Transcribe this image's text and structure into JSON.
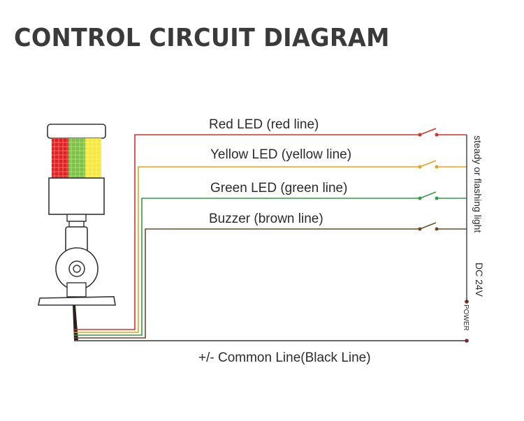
{
  "title": "CONTROL CIRCUIT DIAGRAM",
  "lines": [
    {
      "label": "Red LED (red line)",
      "color": "#d9302b"
    },
    {
      "label": "Yellow LED (yellow line)",
      "color": "#e8a317"
    },
    {
      "label": "Green LED (green line)",
      "color": "#2ea043"
    },
    {
      "label": "Buzzer (brown line)",
      "color": "#6b4a2a"
    }
  ],
  "common_line": {
    "label": "+/- Common Line(Black Line)",
    "color": "#555555"
  },
  "side_labels": {
    "mode": "steady or flashing light",
    "voltage": "DC 24V",
    "power": "POWER"
  },
  "lamp_colors": {
    "red": "#e02020",
    "green": "#7cc242",
    "yellow": "#f5e83a"
  }
}
